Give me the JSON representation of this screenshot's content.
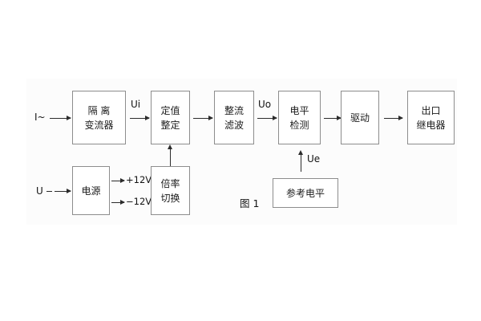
{
  "figure": {
    "caption": "图 1",
    "background": "#ffffff",
    "block_border_color": "#8d8d8d",
    "line_color": "#2b2b2b",
    "text_color": "#1c1c1c"
  },
  "inputs": [
    {
      "id": "current-input",
      "label": "I~"
    },
    {
      "id": "voltage-input",
      "label": "U"
    }
  ],
  "signals": [
    {
      "id": "ui",
      "label": "Ui"
    },
    {
      "id": "uo",
      "label": "Uo"
    },
    {
      "id": "ue",
      "label": "Ue"
    }
  ],
  "rails": [
    {
      "id": "positive-rail",
      "label": "+12V"
    },
    {
      "id": "negative-rail",
      "label": "−12V"
    }
  ],
  "blocks": [
    {
      "id": "isolation-transformer",
      "lines": [
        "隔 离",
        "变流器"
      ]
    },
    {
      "id": "setting-value",
      "lines": [
        "定值",
        "整定"
      ]
    },
    {
      "id": "rectifier-filter",
      "lines": [
        "整流",
        "滤波"
      ]
    },
    {
      "id": "level-detection",
      "lines": [
        "电平",
        "检测"
      ]
    },
    {
      "id": "driver",
      "lines": [
        "驱动"
      ]
    },
    {
      "id": "output-relay",
      "lines": [
        "出口",
        "继电器"
      ]
    },
    {
      "id": "power-supply",
      "lines": [
        "电源"
      ]
    },
    {
      "id": "multiplier-switch",
      "lines": [
        "倍率",
        "切换"
      ]
    },
    {
      "id": "reference-level",
      "lines": [
        "参考电平"
      ]
    }
  ]
}
